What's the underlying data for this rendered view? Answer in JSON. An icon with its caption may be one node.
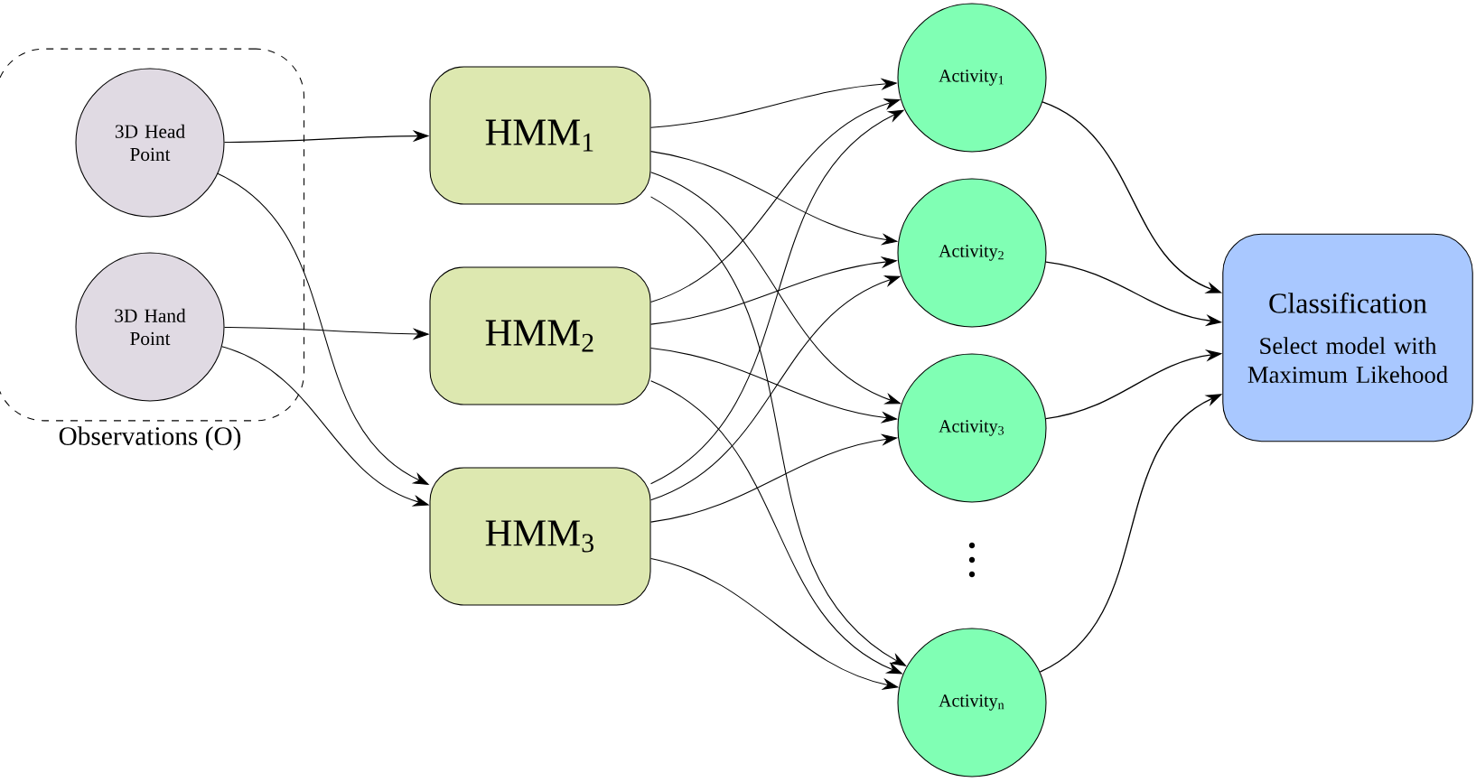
{
  "diagram": {
    "nodes": [
      {
        "text": [
          "Observations (O)"
        ]
      },
      {
        "text": [
          "3D Head Point"
        ],
        "in": 0
      },
      {
        "text": [
          "3D Hand Point"
        ],
        "in": 0
      },
      {
        "text": [
          "HMM$_{1}$"
        ]
      },
      {
        "text": [
          "HMM$_{2}$"
        ]
      },
      {
        "text": [
          "HMM$_{3}$"
        ]
      },
      {
        "text": [
          "Activity$_{1}$"
        ]
      },
      {
        "text": [
          "Activity$_{2}$"
        ]
      },
      {
        "text": [
          "Activity$_{3}$"
        ]
      },
      {
        "text": [
          "Activity$_{n}$"
        ]
      },
      {
        "text": [
          "Classification",
          "Select model with Maximum Likehood"
        ]
      }
    ],
    "edges": [
      {
        "from": 1,
        "to": 3,
        "arrow": "to"
      },
      {
        "from": 1,
        "to": 5,
        "arrow": "to"
      },
      {
        "from": 2,
        "to": 4,
        "arrow": "to"
      },
      {
        "from": 2,
        "to": 5,
        "arrow": "to"
      },
      {
        "from": 3,
        "to": 6,
        "arrow": "to"
      },
      {
        "from": 3,
        "to": 7,
        "arrow": "to"
      },
      {
        "from": 3,
        "to": 8,
        "arrow": "to"
      },
      {
        "from": 3,
        "to": 9,
        "arrow": "to"
      },
      {
        "from": 4,
        "to": 6,
        "arrow": "to"
      },
      {
        "from": 4,
        "to": 7,
        "arrow": "to"
      },
      {
        "from": 4,
        "to": 8,
        "arrow": "to"
      },
      {
        "from": 4,
        "to": 9,
        "arrow": "to"
      },
      {
        "from": 5,
        "to": 6,
        "arrow": "to"
      },
      {
        "from": 5,
        "to": 7,
        "arrow": "to"
      },
      {
        "from": 5,
        "to": 8,
        "arrow": "to"
      },
      {
        "from": 5,
        "to": 9,
        "arrow": "to"
      },
      {
        "from": 6,
        "to": 10,
        "arrow": "to"
      },
      {
        "from": 7,
        "to": 10,
        "arrow": "to"
      },
      {
        "from": 8,
        "to": 10,
        "arrow": "to"
      },
      {
        "from": 9,
        "to": 10,
        "arrow": "to"
      }
    ]
  }
}
